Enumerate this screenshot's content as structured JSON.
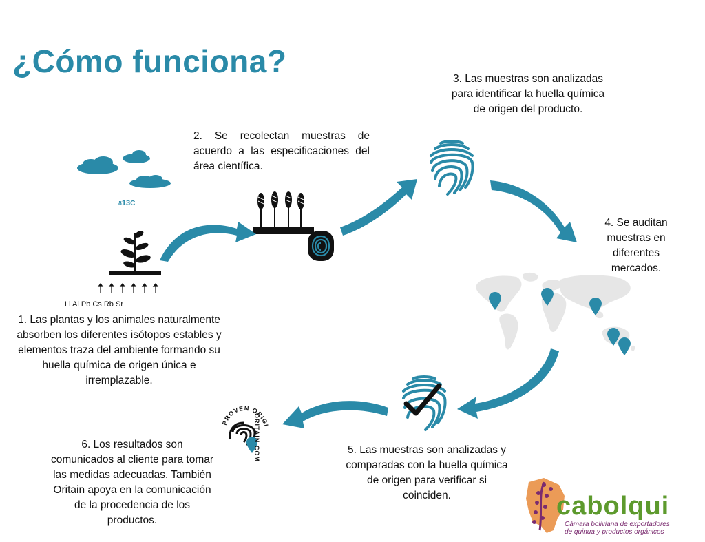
{
  "title": "¿Cómo funciona?",
  "steps": {
    "step1": "1. Las plantas y los animales naturalmente absorben los diferentes isótopos estables y elementos traza del ambiente formando su huella química de origen única e irremplazable.",
    "step2": "2. Se recolectan muestras de acuerdo a las especificaciones del área científica.",
    "step3": "3. Las muestras son analizadas para identificar la huella química de origen del producto.",
    "step4": "4. Se auditan muestras en diferentes mercados.",
    "step5": "5. Las muestras son analizadas y comparadas con la huella química de origen para verificar si coinciden.",
    "step6": "6. Los resultados son comunicados al cliente para tomar las medidas adecuadas. También Oritain apoya en la comunicación de la procedencia de los productos."
  },
  "elements_label": "Li Al Pb Cs Rb Sr",
  "isotope_label": "13",
  "badge": {
    "top_text": "PROVEN ORIGIN",
    "side_text": "ORITAIN.COM"
  },
  "brand": {
    "name": "cabolqui",
    "subtitle_line1": "Cámara boliviana de exportadores",
    "subtitle_line2": "de quinua y productos orgánicos"
  },
  "colors": {
    "accent": "#2a8aa8",
    "arrow": "#2a8aa8",
    "map": "#e6e6e6",
    "brand_green": "#5d9a2d",
    "brand_purple": "#7a2b6f",
    "brand_orange": "#e8893a"
  },
  "icons": [
    "cloud-icon",
    "plant-icon",
    "wheat-icon",
    "fingerprint-icon",
    "world-map-icon",
    "map-pin-icon",
    "checkmark-icon",
    "proven-origin-badge"
  ]
}
